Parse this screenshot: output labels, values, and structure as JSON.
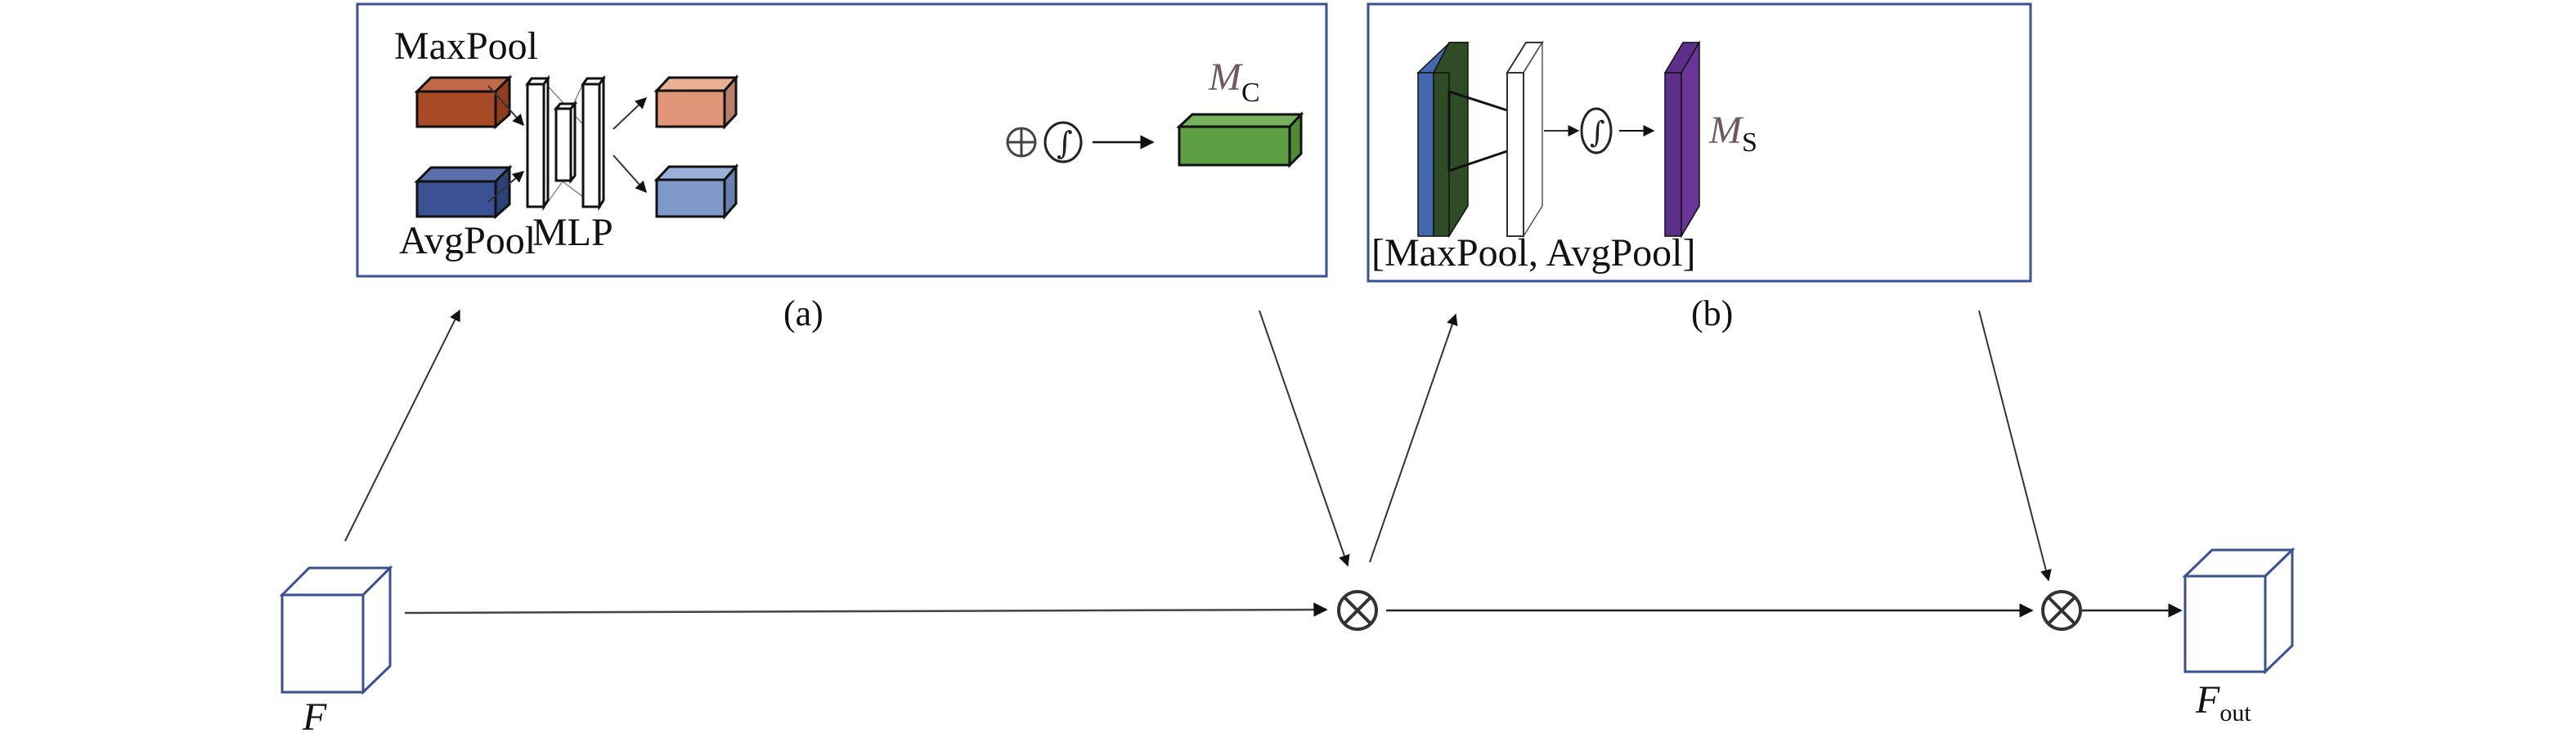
{
  "panel_a": {
    "caption": "(a)",
    "maxpool_label": "MaxPool",
    "avgpool_label": "AvgPool",
    "mlp_label": "MLP",
    "output_label_main": "M",
    "output_label_sub": "C",
    "add_symbol": "⊕",
    "sigmoid_symbol": "∫",
    "colors": {
      "maxpool": "#a84a26",
      "avgpool": "#3a5193",
      "out_max": "#e09677",
      "out_avg": "#7f99c9",
      "mc": "#5e9f44",
      "frame": "#3a5193"
    }
  },
  "panel_b": {
    "caption": "(b)",
    "concat_label": "[MaxPool, AvgPool]",
    "output_label_main": "M",
    "output_label_sub": "S",
    "sigmoid_symbol": "∫",
    "colors": {
      "maxpool_slab": "#4468b0",
      "avgpool_slab": "#2e4d26",
      "ms": "#5e2f8a",
      "frame": "#3a5193"
    }
  },
  "main": {
    "input_label": "F",
    "output_label_main": "F",
    "output_label_sub": "out",
    "multiply_symbol": "⊗",
    "cube_color": "#3a5193"
  }
}
